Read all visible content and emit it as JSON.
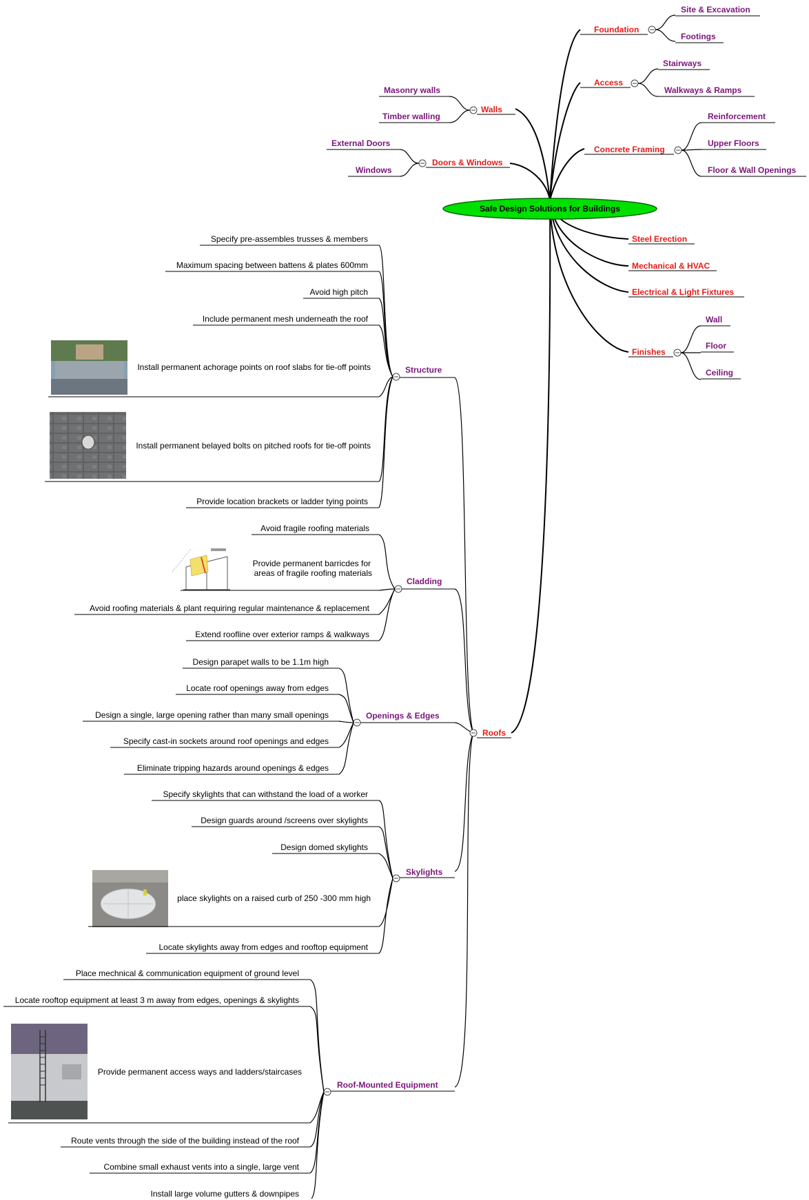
{
  "central": {
    "label": "Safe Design Solutions for Buildings",
    "color": "#00e000"
  },
  "colors": {
    "primary_branch": "#e41b17",
    "secondary_branch": "#7b157a",
    "leaf": "#000000"
  },
  "branches": {
    "foundation": {
      "label": "Foundation",
      "children": [
        "Site & Excavation",
        "Footings"
      ]
    },
    "access": {
      "label": "Access",
      "children": [
        "Stairways",
        "Walkways & Ramps"
      ]
    },
    "walls": {
      "label": "Walls",
      "children": [
        "Masonry walls",
        "Timber walling"
      ]
    },
    "concrete": {
      "label": "Concrete Framing",
      "children": [
        "Reinforcement",
        "Upper Floors",
        "Floor & Wall Openings"
      ]
    },
    "doors": {
      "label": "Doors & Windows",
      "children": [
        "External Doors",
        "Windows"
      ]
    },
    "steel": {
      "label": "Steel Erection"
    },
    "mech": {
      "label": "Mechanical & HVAC"
    },
    "elec": {
      "label": "Electrical & Light Fixtures"
    },
    "finishes": {
      "label": "Finishes",
      "children": [
        "Wall",
        "Floor",
        "Ceiling"
      ]
    },
    "roofs": {
      "label": "Roofs",
      "structure": {
        "label": "Structure",
        "items": [
          "Specify pre-assembles trusses & members",
          "Maximum spacing between battens & plates 600mm",
          "Avoid high pitch",
          "Include permanent mesh underneath the roof",
          "Install permanent achorage points on roof slabs for tie-off points",
          "Install permanent belayed bolts on pitched roofs for tie-off points",
          "Provide location brackets or ladder tying points"
        ]
      },
      "cladding": {
        "label": "Cladding",
        "items": [
          "Avoid fragile roofing materials",
          "Provide permanent barricdes for",
          "areas of fragile roofing materials",
          "Avoid roofing materials & plant requiring regular maintenance & replacement",
          "Extend roofline over exterior ramps & walkways"
        ]
      },
      "openings": {
        "label": "Openings & Edges",
        "items": [
          "Design parapet walls to be 1.1m high",
          "Locate roof openings away from edges",
          "Design a single, large opening rather than many small openings",
          "Specify cast-in sockets around roof openings and edges",
          "Eliminate tripping hazards around openings & edges"
        ]
      },
      "skylights": {
        "label": "Skylights",
        "items": [
          "Specify skylights that can withstand the load of a worker",
          "Design guards around /screens over skylights",
          "Design domed skylights",
          "place skylights on a raised curb of 250 -300 mm high",
          "Locate skylights away from edges and rooftop equipment"
        ]
      },
      "equipment": {
        "label": "Roof-Mounted Equipment",
        "items": [
          "Place mechnical & communication equipment of ground level",
          "Locate rooftop equipment at least 3 m away from edges, openings & skylights",
          "Provide permanent access ways and ladders/staircases",
          "Route vents through the side of the building instead of the roof",
          "Combine small exhaust vents into a single, large vent",
          "Install large volume gutters & downpipes"
        ]
      }
    }
  }
}
